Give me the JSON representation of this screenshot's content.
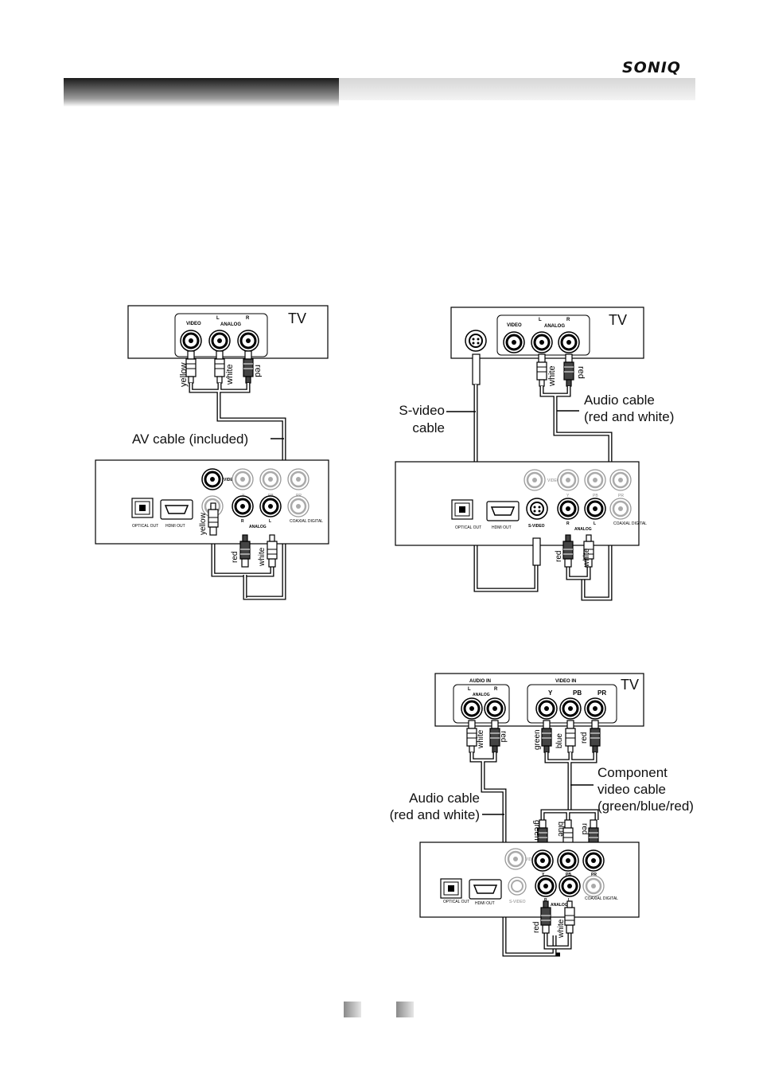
{
  "brand": "SONIQ",
  "diagram1": {
    "tv_label": "TV",
    "tv_ports": {
      "video": "VIDEO",
      "l": "L",
      "r": "R",
      "analog": "ANALOG"
    },
    "wire_labels": {
      "yellow": "yellow",
      "white": "white",
      "red": "red"
    },
    "cable_label": "AV cable (included)",
    "player_ports": {
      "video": "VIDEO",
      "y": "Y",
      "pb": "PB",
      "pr": "PR",
      "r": "R",
      "l": "L",
      "analog": "ANALOG",
      "optical": "OPTICAL OUT",
      "hdmi": "HDMI OUT",
      "coaxial": "COAXIAL DIGITAL"
    },
    "player_wire_labels": {
      "yellow": "yellow",
      "red": "red",
      "white": "white"
    }
  },
  "diagram2": {
    "tv_label": "TV",
    "tv_ports": {
      "video": "VIDEO",
      "l": "L",
      "r": "R",
      "analog": "ANALOG"
    },
    "wire_labels": {
      "white": "white",
      "red": "red"
    },
    "svideo_label_1": "S-video",
    "svideo_label_2": "cable",
    "audio_label_1": "Audio cable",
    "audio_label_2": "(red and white)",
    "player_ports": {
      "video": "VIDEO",
      "y": "Y",
      "pb": "PB",
      "pr": "PR",
      "r": "R",
      "l": "L",
      "analog": "ANALOG",
      "svideo": "S-VIDEO",
      "optical": "OPTICAL OUT",
      "hdmi": "HDMI OUT",
      "coaxial": "COAXIAL DIGITAL"
    },
    "player_wire_labels": {
      "red": "red",
      "white": "white"
    }
  },
  "diagram3": {
    "tv_label": "TV",
    "audio_in": "AUDIO IN",
    "video_in": "VIDEO IN",
    "tv_ports": {
      "l": "L",
      "r": "R",
      "analog": "ANALOG",
      "y": "Y",
      "pb": "PB",
      "pr": "PR"
    },
    "wire_labels": {
      "white": "white",
      "red": "red",
      "green": "green",
      "blue": "blue",
      "red2": "red"
    },
    "component_label_1": "Component",
    "component_label_2": "video cable",
    "component_label_3": "(green/blue/red)",
    "audio_label_1": "Audio cable",
    "audio_label_2": "(red and white)",
    "player_ports": {
      "video": "VIDEO",
      "y": "Y",
      "pb": "PB",
      "pr": "PR",
      "r": "R",
      "l": "L",
      "analog": "ANALOG",
      "svideo": "S-VIDEO",
      "optical": "OPTICAL OUT",
      "hdmi": "HDMI OUT",
      "coaxial": "COAXIAL DIGITAL"
    },
    "player_top_wire_labels": {
      "green": "green",
      "blue": "blue",
      "red": "red"
    },
    "player_bottom_wire_labels": {
      "red": "red",
      "white": "white"
    }
  }
}
